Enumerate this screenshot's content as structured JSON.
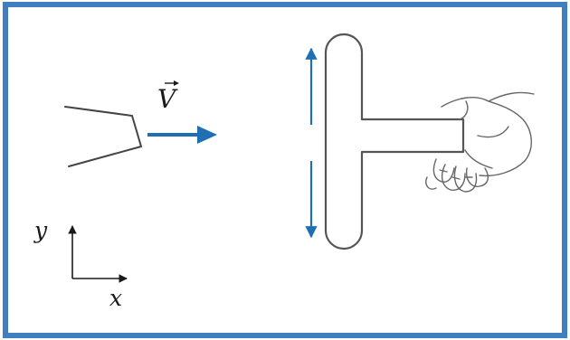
{
  "labels": {
    "velocity": "V",
    "y_axis": "y",
    "x_axis": "x"
  },
  "colors": {
    "border": "#3f7fc0",
    "arrow": "#1f6fb2",
    "stroke": "#444444",
    "background": "#ffffff"
  },
  "icons": {
    "nozzle": "nozzle-icon",
    "velocity_arrow": "arrow-right-icon",
    "t_handle": "t-shaped-sprinkler",
    "hand": "hand-icon",
    "motion_arrows": "double-headed-arrow-icon",
    "axes": "coordinate-axes-icon"
  }
}
